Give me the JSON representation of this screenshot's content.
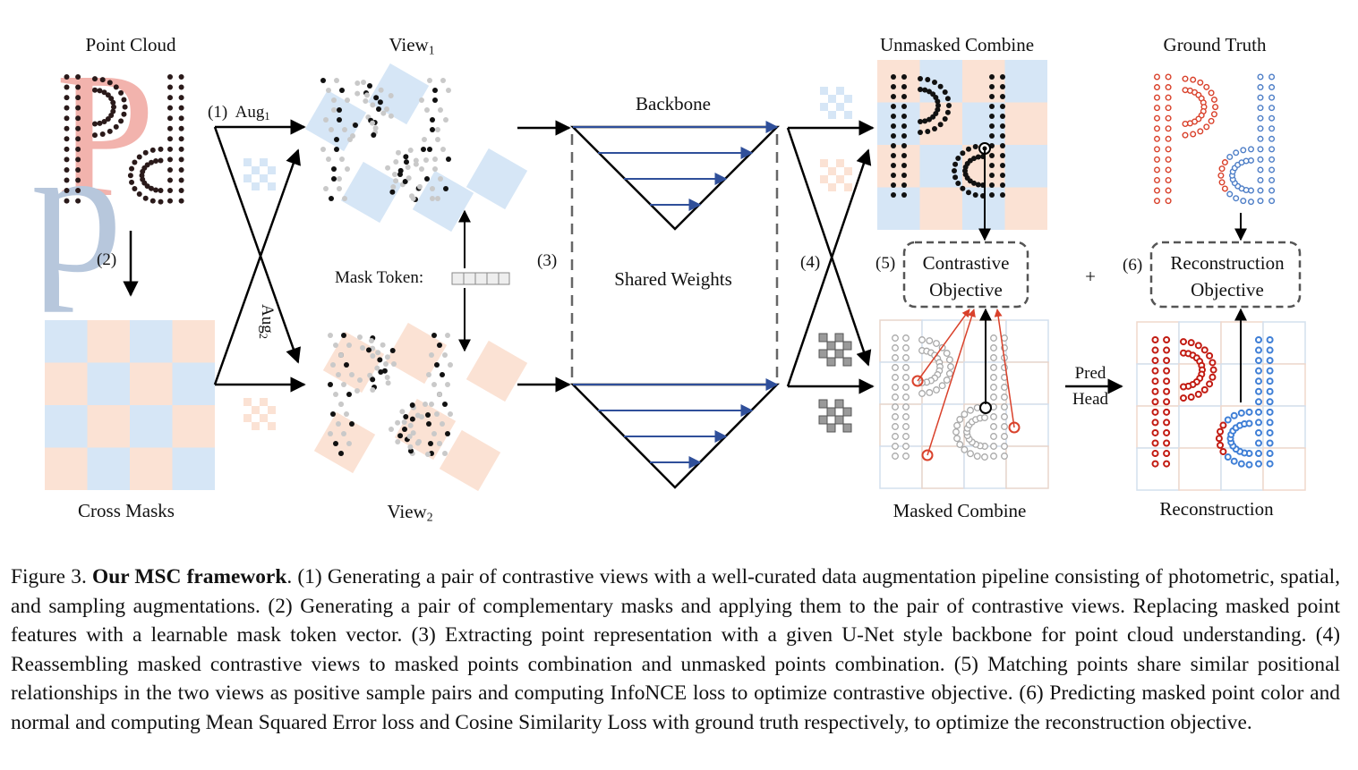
{
  "labels": {
    "point_cloud": "Point Cloud",
    "cross_masks": "Cross Masks",
    "view": "View",
    "view1_sub": "1",
    "view2_sub": "2",
    "aug": "Aug",
    "aug1_sub": "1",
    "aug2_sub": "2",
    "step1": "(1)",
    "step2": "(2)",
    "step3": "(3)",
    "step4": "(4)",
    "step5": "(5)",
    "step6": "(6)",
    "mask_token": "Mask Token:",
    "backbone": "Backbone",
    "shared_weights": "Shared Weights",
    "unmasked_combine": "Unmasked Combine",
    "masked_combine": "Masked Combine",
    "contrastive_1": "Contrastive",
    "contrastive_2": "Objective",
    "ground_truth": "Ground Truth",
    "reconstruction": "Reconstruction",
    "reconstruction_obj_1": "Reconstruction",
    "reconstruction_obj_2": "Objective",
    "plus": "+",
    "pred": "Pred",
    "head": "Head",
    "letters_top": "P",
    "letters_bottom": "d"
  },
  "colors": {
    "blue_mask": "#d6e6f6",
    "orange_mask": "#fbe2d4",
    "red_point": "#d9412b",
    "blue_point": "#4f7fc7",
    "arrow_blue": "#2f4f9a",
    "gray_point": "#c9c9c9"
  },
  "caption": {
    "figure_no": "Figure 3.",
    "title": "Our MSC framework",
    "body": ". (1) Generating a pair of contrastive views with a well-curated data augmentation pipeline consisting of photometric, spatial, and sampling augmentations. (2) Generating a pair of complementary masks and applying them to the pair of contrastive views. Replacing masked point features with a learnable mask token vector. (3) Extracting point representation with a given U-Net style backbone for point cloud understanding. (4) Reassembling masked contrastive views to masked points combination and unmasked points combination. (5) Matching points share similar positional relationships in the two views as positive sample pairs and computing InfoNCE loss to optimize contrastive objective. (6) Predicting masked point color and normal and computing Mean Squared Error loss and Cosine Similarity Loss with ground truth respectively, to optimize the reconstruction objective."
  }
}
